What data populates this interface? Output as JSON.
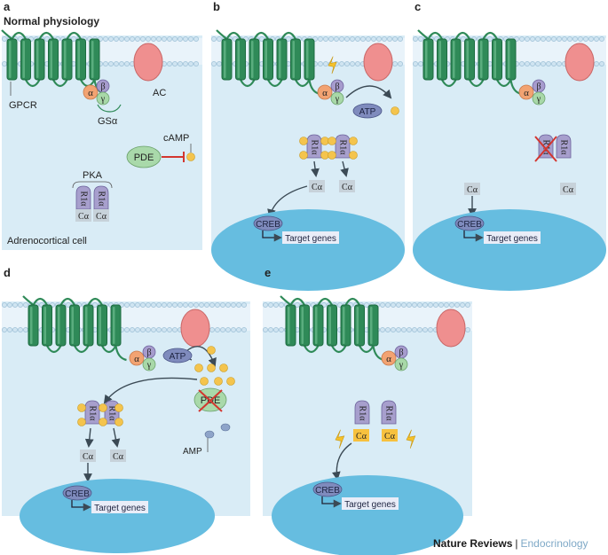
{
  "colors": {
    "panel_bg": "#d9ecf6",
    "membrane_bead": "#cfe4f1",
    "membrane_bead_stroke": "#8fb6cf",
    "membrane_mid": "#e9f3fa",
    "gpcr": "#2f8a58",
    "gpcr_dark": "#1d6b40",
    "ac": "#ef8f8f",
    "alpha": "#f2a372",
    "beta": "#a69bcd",
    "gamma": "#a8d8a8",
    "r1a": "#a79fcd",
    "c_alpha": "#c7d2da",
    "c_alpha_active": "#f7c13e",
    "camp": "#f4c44d",
    "pde": "#a9d9aa",
    "inhibit": "#d3362f",
    "nucleus": "#66bde0",
    "creb": "#7f8bbd",
    "amp": "#8ea4c9",
    "lightning": "#f5c12a"
  },
  "panels": [
    {
      "letter": "a",
      "title": "Normal physiology",
      "labels": {
        "gpcr": "GPCR",
        "ac": "AC",
        "gsa": "GSα",
        "camp": "cAMP",
        "pde": "PDE",
        "pka": "PKA",
        "cell": "Adrenocortical cell",
        "r1a": "R1α",
        "ca": "Cα"
      }
    },
    {
      "letter": "b",
      "labels": {
        "atp": "ATP",
        "r1a": "R1α",
        "ca": "Cα",
        "creb": "CREB",
        "target": "Target genes"
      }
    },
    {
      "letter": "c",
      "labels": {
        "r1a": "R1α",
        "ca": "Cα",
        "creb": "CREB",
        "target": "Target genes"
      }
    },
    {
      "letter": "d",
      "labels": {
        "atp": "ATP",
        "pde": "PDE",
        "amp": "AMP",
        "r1a": "R1α",
        "ca": "Cα",
        "creb": "CREB",
        "target": "Target genes"
      }
    },
    {
      "letter": "e",
      "labels": {
        "r1a": "R1α",
        "ca": "Cα",
        "creb": "CREB",
        "target": "Target genes"
      }
    }
  ],
  "subunits": {
    "alpha": "α",
    "beta": "β",
    "gamma": "γ"
  },
  "credit": {
    "journal": "Nature Reviews",
    "separator": "|",
    "section": "Endocrinology"
  }
}
